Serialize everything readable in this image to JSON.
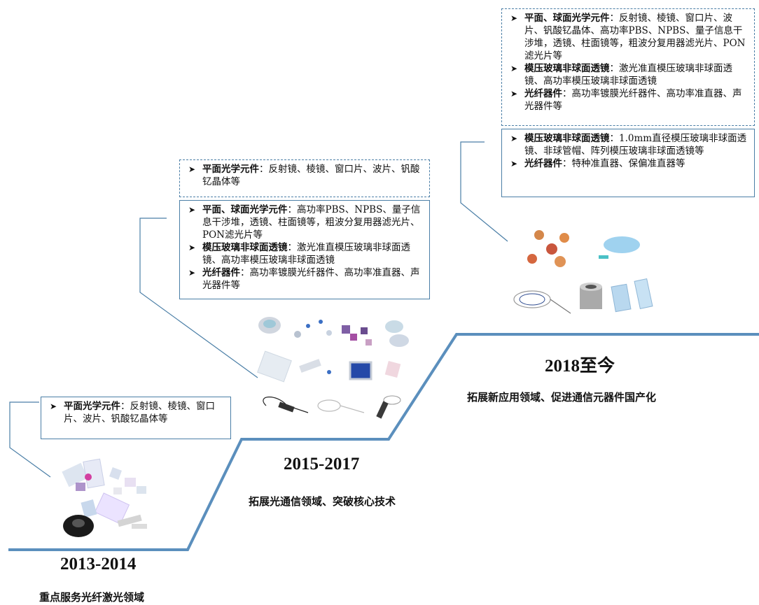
{
  "stages": [
    {
      "year": "2013-2014",
      "desc": "重点服务光纤激光领域",
      "boxes": [
        {
          "style": "solid",
          "items": [
            {
              "name": "平面光学元件",
              "text": "：反射镜、棱镜、窗口片、波片、钒酸钇晶体等"
            }
          ]
        }
      ]
    },
    {
      "year": "2015-2017",
      "desc": "拓展光通信领域、突破核心技术",
      "boxes": [
        {
          "style": "dashed",
          "items": [
            {
              "name": "平面光学元件",
              "text": "：反射镜、棱镜、窗口片、波片、钒酸钇晶体等"
            }
          ]
        },
        {
          "style": "solid",
          "items": [
            {
              "name": "平面、球面光学元件",
              "text": "：高功率PBS、NPBS、量子信息干涉堆，透镜、柱面镜等，粗波分复用器滤光片、PON滤光片等"
            },
            {
              "name": "模压玻璃非球面透镜",
              "text": "：激光准直模压玻璃非球面透镜、高功率模压玻璃非球面透镜"
            },
            {
              "name": "光纤器件",
              "text": "：高功率镀膜光纤器件、高功率准直器、声光器件等"
            }
          ]
        }
      ]
    },
    {
      "year": "2018至今",
      "desc": "拓展新应用领域、促进通信元器件国产化",
      "boxes": [
        {
          "style": "dashed",
          "items": [
            {
              "name": "平面、球面光学元件",
              "text": "：反射镜、棱镜、窗口片、波片、钒酸钇晶体、高功率PBS、NPBS、量子信息干涉堆，透镜、柱面镜等，粗波分复用器滤光片、PON滤光片等"
            },
            {
              "name": "模压玻璃非球面透镜",
              "text": "：激光准直模压玻璃非球面透镜、高功率模压玻璃非球面透镜"
            },
            {
              "name": "光纤器件",
              "text": "：高功率镀膜光纤器件、高功率准直器、声光器件等"
            }
          ]
        },
        {
          "style": "solid",
          "items": [
            {
              "name": "模压玻璃非球面透镜",
              "text": "：1.0mm直径模压玻璃非球面透镜、非球管帽、阵列模压玻璃非球面透镜等"
            },
            {
              "name": "光纤器件",
              "text": "：特种准直器、保偏准直器等"
            }
          ]
        }
      ]
    }
  ],
  "colors": {
    "line": "#4a7ea6",
    "stair": "#5b8fbd"
  }
}
